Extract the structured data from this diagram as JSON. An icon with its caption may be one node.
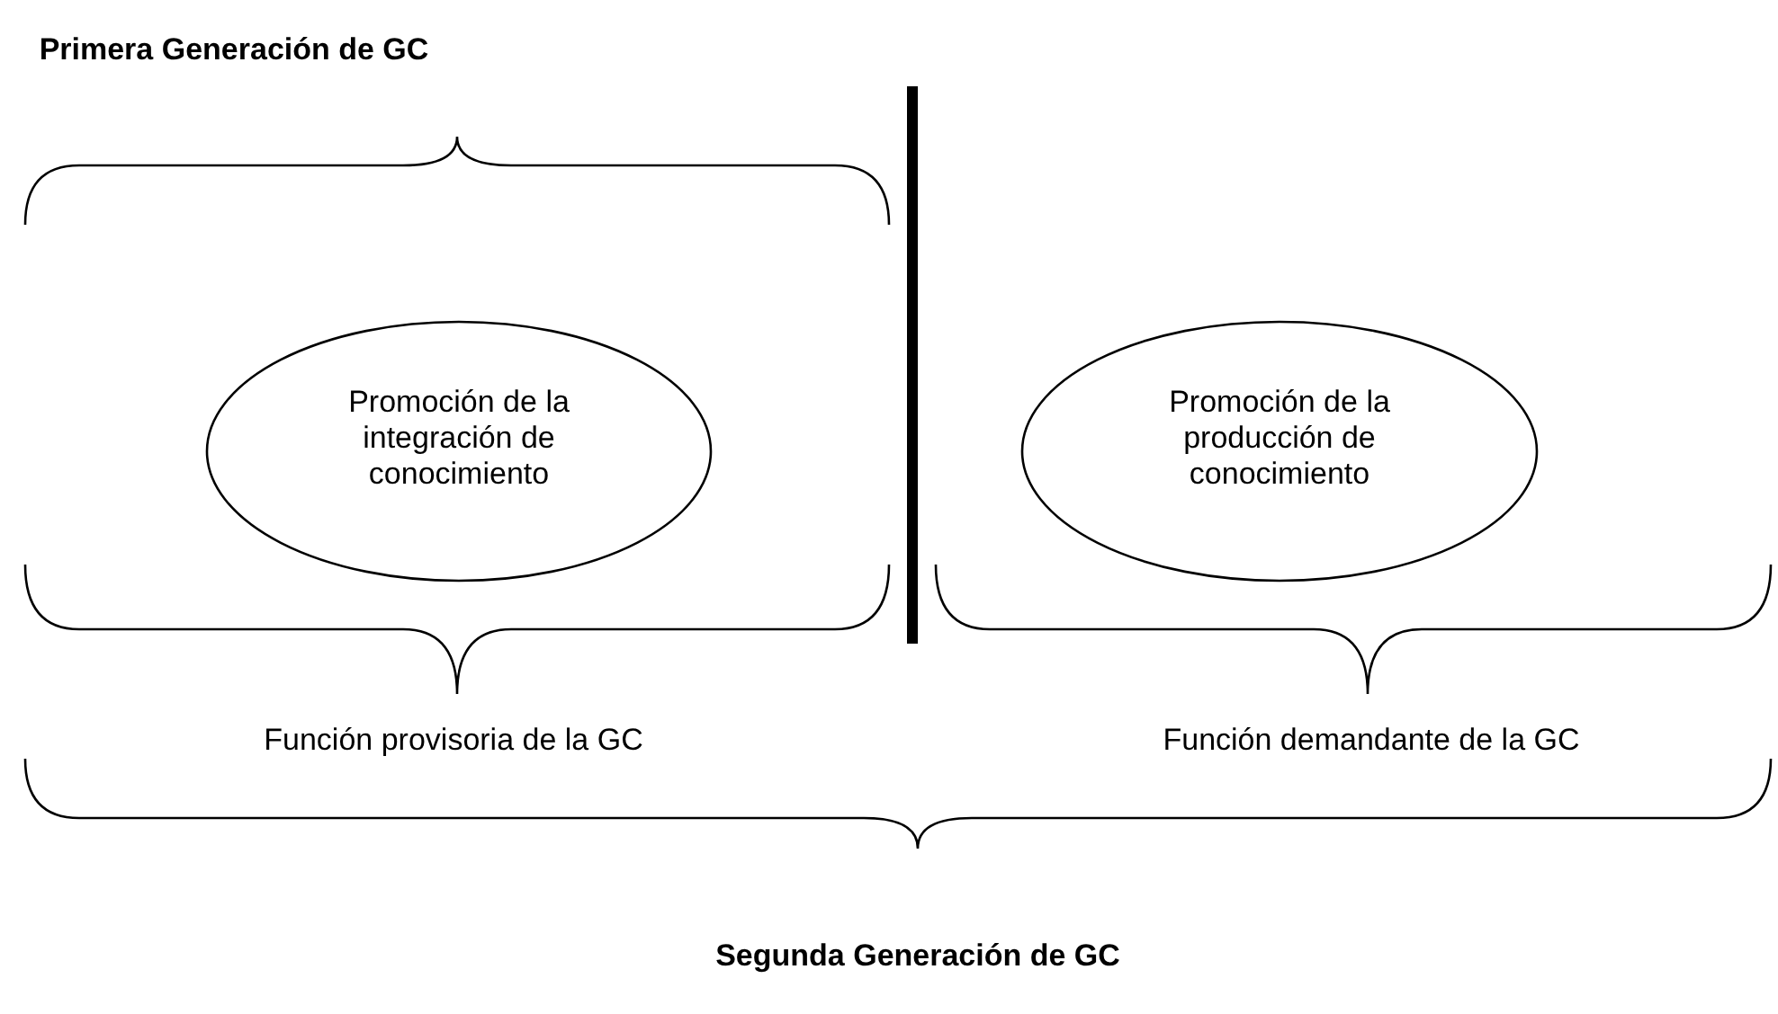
{
  "diagram": {
    "nodes": [
      {
        "text": [
          "Promoción de la integración de conocimiento"
        ]
      },
      {
        "text": [
          "Promoción de la producción de conocimiento"
        ]
      }
    ],
    "labels": [
      "Primera Generación de GC",
      "Función provisoria de la GC",
      "Función demandante de la GC",
      "Segunda Generación de GC"
    ]
  }
}
